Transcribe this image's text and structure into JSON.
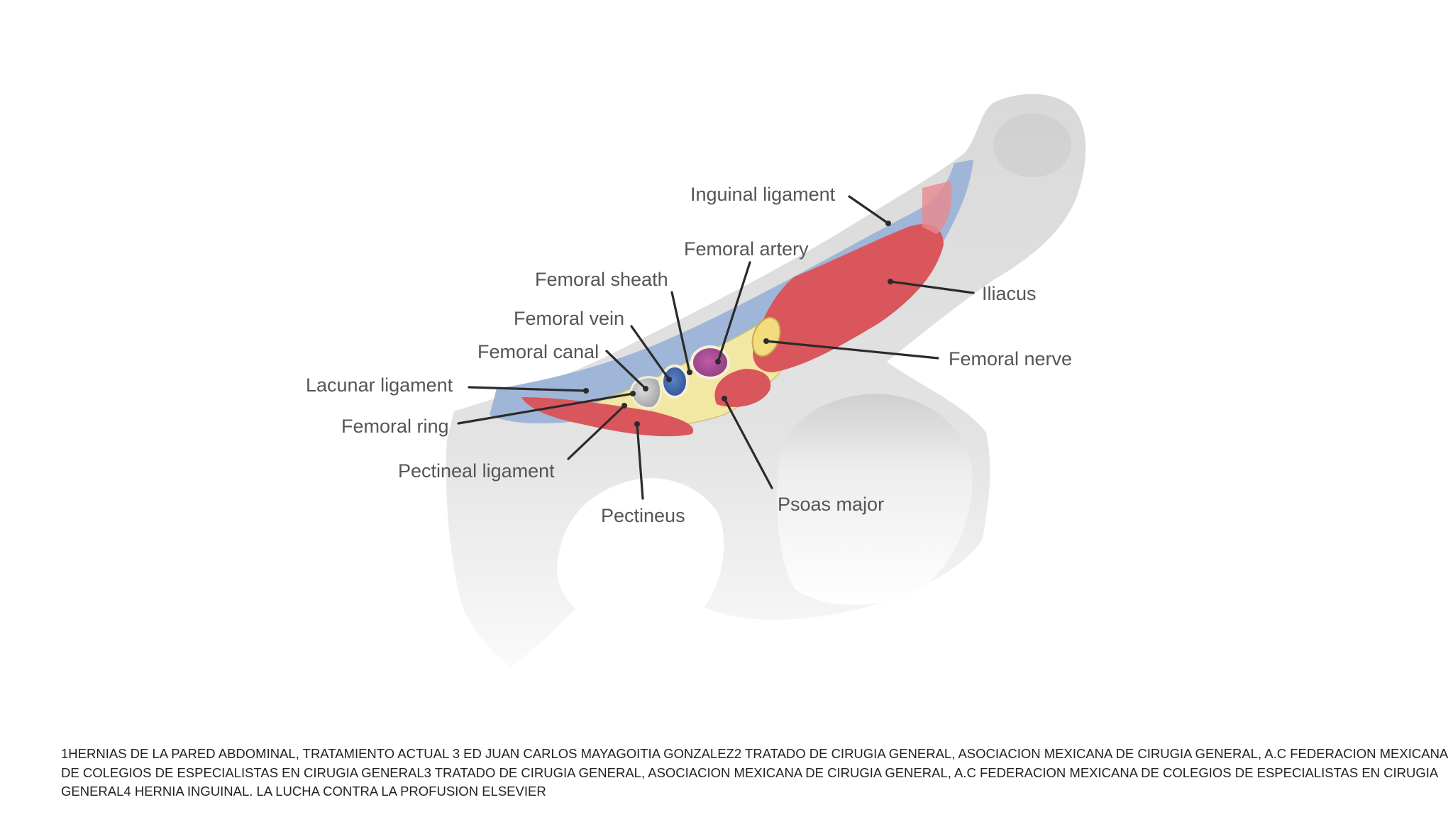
{
  "diagram": {
    "labels": {
      "inguinal_ligament": "Inguinal ligament",
      "femoral_artery": "Femoral artery",
      "femoral_sheath": "Femoral sheath",
      "iliacus": "Iliacus",
      "femoral_vein": "Femoral vein",
      "femoral_canal": "Femoral canal",
      "femoral_nerve": "Femoral nerve",
      "lacunar_ligament": "Lacunar ligament",
      "femoral_ring": "Femoral ring",
      "pectineal_ligament": "Pectineal ligament",
      "pectineus": "Pectineus",
      "psoas_major": "Psoas major"
    },
    "colors": {
      "bone": "#dcdcdc",
      "ligament": "#9fb6d8",
      "muscle": "#d9565c",
      "fat": "#f3e7a4",
      "vein": "#3f66a8",
      "artery": "#a04e92",
      "canal": "#b8b8b8"
    }
  },
  "references": {
    "line1": "1HERNIAS DE LA PARED ABDOMINAL, TRATAMIENTO ACTUAL 3 ED JUAN CARLOS MAYAGOITIA GONZALEZ2 TRATADO DE CIRUGIA GENERAL, ASOCIACION MEXICANA DE CIRUGIA GENERAL, A.C FEDERACION MEXICANA",
    "line2": "DE COLEGIOS DE ESPECIALISTAS EN CIRUGIA GENERAL3 TRATADO DE CIRUGIA GENERAL, ASOCIACION MEXICANA DE CIRUGIA GENERAL, A.C FEDERACION MEXICANA DE COLEGIOS DE ESPECIALISTAS EN CIRUGIA",
    "line3": "GENERAL4 HERNIA INGUINAL. LA LUCHA CONTRA LA PROFUSION ELSEVIER"
  }
}
